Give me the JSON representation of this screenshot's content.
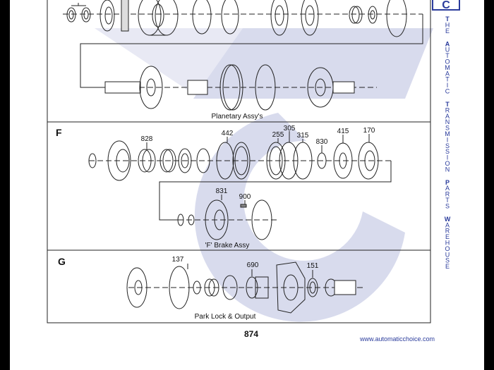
{
  "brand": {
    "logo_letter": "C",
    "accent": "#2b3c9c",
    "watermark_color": "#b9bedf"
  },
  "sidebar_words": [
    "THE",
    "AUTOMATIC",
    "TRANSMISSION",
    "PARTS",
    "WAREHOUSE"
  ],
  "sections": {
    "top": {
      "caption": "Planetary Assy's"
    },
    "f": {
      "letter": "F",
      "caption": "'F' Brake Assy",
      "part_numbers": [
        "828",
        "442",
        "255",
        "305",
        "315",
        "830",
        "415",
        "170",
        "831",
        "900"
      ]
    },
    "g": {
      "letter": "G",
      "caption": "Park Lock & Output",
      "part_numbers": [
        "137",
        "690",
        "151"
      ]
    }
  },
  "footer": {
    "page_number": "874",
    "url": "www.automaticchoice.com"
  }
}
